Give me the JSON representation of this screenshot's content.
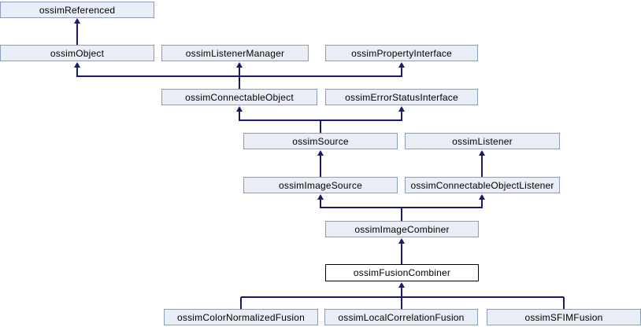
{
  "diagram": {
    "type": "class-inheritance-diagram",
    "highlighted_node": "ossimFusionCombiner",
    "nodes": [
      {
        "id": "ossimReferenced",
        "label": "ossimReferenced"
      },
      {
        "id": "ossimObject",
        "label": "ossimObject"
      },
      {
        "id": "ossimListenerManager",
        "label": "ossimListenerManager"
      },
      {
        "id": "ossimPropertyInterface",
        "label": "ossimPropertyInterface"
      },
      {
        "id": "ossimConnectableObject",
        "label": "ossimConnectableObject"
      },
      {
        "id": "ossimErrorStatusInterface",
        "label": "ossimErrorStatusInterface"
      },
      {
        "id": "ossimSource",
        "label": "ossimSource"
      },
      {
        "id": "ossimListener",
        "label": "ossimListener"
      },
      {
        "id": "ossimImageSource",
        "label": "ossimImageSource"
      },
      {
        "id": "ossimConnectableObjectListener",
        "label": "ossimConnectableObjectListener"
      },
      {
        "id": "ossimImageCombiner",
        "label": "ossimImageCombiner"
      },
      {
        "id": "ossimFusionCombiner",
        "label": "ossimFusionCombiner"
      },
      {
        "id": "ossimColorNormalizedFusion",
        "label": "ossimColorNormalizedFusion"
      },
      {
        "id": "ossimLocalCorrelationFusion",
        "label": "ossimLocalCorrelationFusion"
      },
      {
        "id": "ossimSFIMFusion",
        "label": "ossimSFIMFusion"
      }
    ],
    "edges": [
      {
        "from": "ossimObject",
        "to": "ossimReferenced"
      },
      {
        "from": "ossimConnectableObject",
        "to": "ossimObject"
      },
      {
        "from": "ossimConnectableObject",
        "to": "ossimListenerManager"
      },
      {
        "from": "ossimConnectableObject",
        "to": "ossimPropertyInterface"
      },
      {
        "from": "ossimSource",
        "to": "ossimConnectableObject"
      },
      {
        "from": "ossimSource",
        "to": "ossimErrorStatusInterface"
      },
      {
        "from": "ossimImageSource",
        "to": "ossimSource"
      },
      {
        "from": "ossimConnectableObjectListener",
        "to": "ossimListener"
      },
      {
        "from": "ossimImageCombiner",
        "to": "ossimImageSource"
      },
      {
        "from": "ossimImageCombiner",
        "to": "ossimConnectableObjectListener"
      },
      {
        "from": "ossimFusionCombiner",
        "to": "ossimImageCombiner"
      },
      {
        "from": "ossimColorNormalizedFusion",
        "to": "ossimFusionCombiner"
      },
      {
        "from": "ossimLocalCorrelationFusion",
        "to": "ossimFusionCombiner"
      },
      {
        "from": "ossimSFIMFusion",
        "to": "ossimFusionCombiner"
      }
    ]
  },
  "colors": {
    "background": "#FFFFFF",
    "node_fill": "#E9EEF6",
    "node_border": "#8A9BC4",
    "highlight_node_fill": "#FFFFFF",
    "highlight_node_border": "#000000",
    "edge": "#191970",
    "text": "#000000"
  }
}
